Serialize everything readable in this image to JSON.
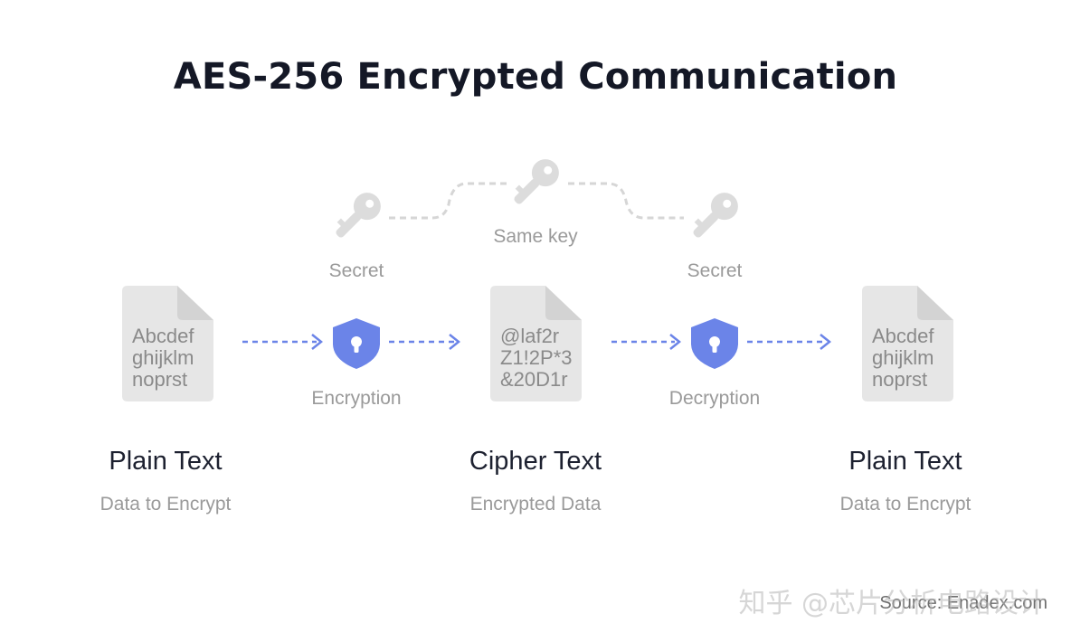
{
  "title": "AES-256 Encrypted Communication",
  "key_section": {
    "left_key_label": "Secret",
    "center_key_label": "Same key",
    "right_key_label": "Secret"
  },
  "steps": {
    "encryption_label": "Encryption",
    "decryption_label": "Decryption"
  },
  "documents": [
    {
      "lines": "Abcdef\nghijklm\nnoprst",
      "title": "Plain Text",
      "subtitle": "Data to Encrypt"
    },
    {
      "lines": "@laf2r\nZ1!2P*3\n&20D1r",
      "title": "Cipher Text",
      "subtitle": "Encrypted Data"
    },
    {
      "lines": "Abcdef\nghijklm\nnoprst",
      "title": "Plain Text",
      "subtitle": "Data to Encrypt"
    }
  ],
  "watermark": "知乎 @芯片分析电路设计",
  "source": "Source: Enadex.com",
  "colors": {
    "title": "#141826",
    "accent_blue": "#6b84e8",
    "key_grey": "#dcdcdc",
    "doc_grey": "#e6e6e6",
    "label_grey": "#9a9a9a"
  }
}
